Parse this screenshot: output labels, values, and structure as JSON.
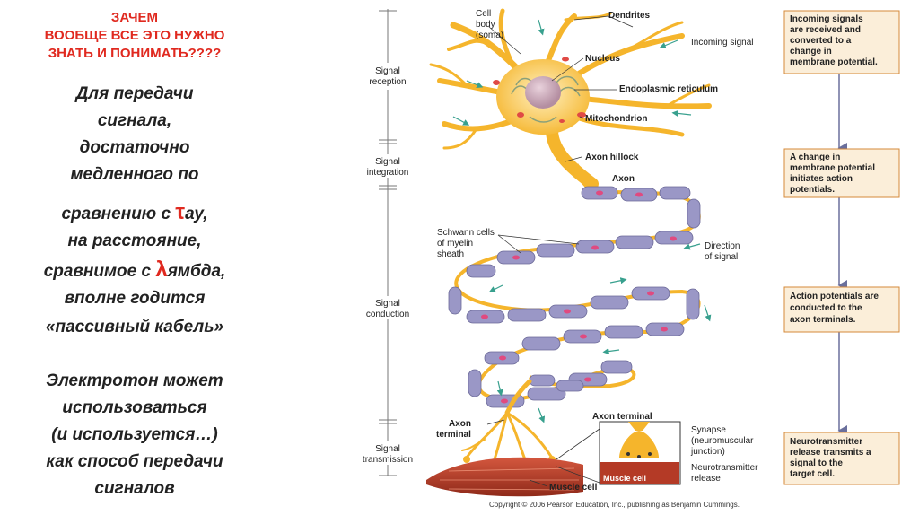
{
  "left_panel": {
    "title_lines": [
      "ЗАЧЕМ",
      "ВООБЩЕ ВСЕ ЭТО НУЖНО",
      "ЗНАТЬ И ПОНИМАТЬ????"
    ],
    "paragraph1": {
      "line1": "Для передачи",
      "line2": "сигнала,",
      "line3": "достаточно",
      "line4": "медленного по",
      "line5_before": "сравнению с ",
      "line5_symbol": "τ",
      "line5_after": "ау,",
      "line6": "на расстояние,",
      "line7_before": "сравнимое с ",
      "line7_symbol": "λ",
      "line7_after": "ямбда,",
      "line8": "вполне годится",
      "line9": "«пассивный кабель»"
    },
    "paragraph2": {
      "line1": "Электротон может",
      "line2": "использоваться",
      "line3": "(и используется…)",
      "line4": "как способ передачи",
      "line5": "сигналов"
    }
  },
  "diagram": {
    "stages": {
      "reception": [
        "Signal",
        "reception"
      ],
      "integration": [
        "Signal",
        "integration"
      ],
      "conduction": [
        "Signal",
        "conduction"
      ],
      "transmission": [
        "Signal",
        "transmission"
      ]
    },
    "labels": {
      "cell_body": [
        "Cell",
        "body",
        "(soma)"
      ],
      "dendrites": "Dendrites",
      "nucleus": "Nucleus",
      "incoming_signal": "Incoming signal",
      "er": "Endoplasmic reticulum",
      "mitochondrion": "Mitochondrion",
      "axon_hillock": "Axon hillock",
      "axon": "Axon",
      "schwann": [
        "Schwann cells",
        "of myelin",
        "sheath"
      ],
      "direction": [
        "Direction",
        "of signal"
      ],
      "axon_terminal_left": [
        "Axon",
        "terminal"
      ],
      "axon_terminal_inset": "Axon terminal",
      "synapse": [
        "Synapse",
        "(neuromuscular",
        "junction)"
      ],
      "neurotransmitter_release": [
        "Neurotransmitter",
        "release"
      ],
      "muscle_cell": "Muscle cell",
      "muscle_cell_inset": "Muscle cell"
    },
    "boxes": [
      [
        "Incoming signals",
        "are received and",
        "converted to a",
        "change in",
        "membrane potential."
      ],
      [
        "A change in",
        "membrane  potential",
        "initiates action",
        "potentials."
      ],
      [
        "Action potentials are",
        "conducted to the",
        "axon terminals."
      ],
      [
        "Neurotransmitter",
        "release transmits a",
        "signal to the",
        "target cell."
      ]
    ],
    "copyright": "Copyright © 2006 Pearson Education, Inc., publishing as Benjamin Cummings.",
    "colors": {
      "neuron": "#f5b52c",
      "myelin": "#9a97c6",
      "node": "#e0961e",
      "nucleus": "#c9a7b7",
      "box_fill": "#fbeed9",
      "box_border": "#d58a3a",
      "arrow": "#6a6f9c",
      "muscle": "#b43a26",
      "signal_arrow": "#38a08e"
    }
  }
}
